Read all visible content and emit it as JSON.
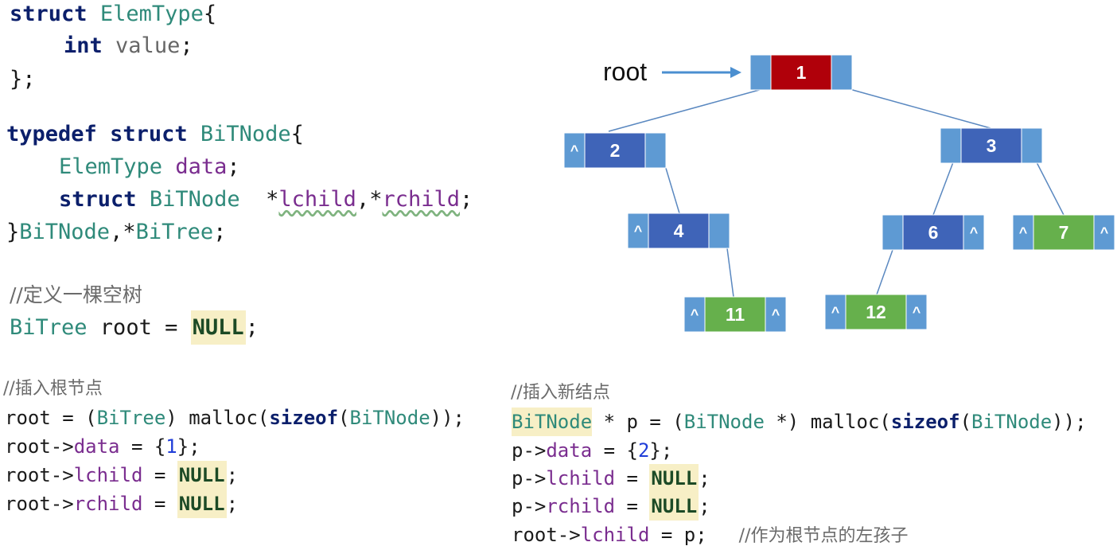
{
  "struct_def": {
    "line1_kw": "struct",
    "line1_type": "ElemType",
    "line1_brace": "{",
    "line2_kw": "int",
    "line2_field": "value",
    "line2_end": ";",
    "line3": "};"
  },
  "typedef_def": {
    "line1_kw": "typedef",
    "line1_kw2": "struct",
    "line1_type": "BiTNode",
    "line1_brace": "{",
    "line2_type": "ElemType",
    "line2_field": "data",
    "line2_end": ";",
    "line3_kw": "struct",
    "line3_type": "BiTNode",
    "line3_ptr1": "*",
    "line3_lchild": "lchild",
    "line3_comma": ",",
    "line3_ptr2": "*",
    "line3_rchild": "rchild",
    "line3_end": ";",
    "line4_brace": "}",
    "line4_type": "BiTNode",
    "line4_comma": ",",
    "line4_ptr": "*",
    "line4_type2": "BiTree",
    "line4_end": ";"
  },
  "empty_tree": {
    "comment": "//定义一棵空树",
    "type": "BiTree",
    "rest": " root = ",
    "null": "NULL",
    "end": ";"
  },
  "insert_root": {
    "comment": "//插入根节点",
    "line1_a": "root = (",
    "line1_type": "BiTree",
    "line1_b": ") malloc(",
    "line1_kw": "sizeof",
    "line1_c": "(",
    "line1_type2": "BiTNode",
    "line1_d": "));",
    "line2_a": "root->",
    "line2_field": "data",
    "line2_b": " = {",
    "line2_num": "1",
    "line2_c": "};",
    "line3_a": "root->",
    "line3_field": "lchild",
    "line3_b": " = ",
    "line3_null": "NULL",
    "line3_c": ";",
    "line4_a": "root->",
    "line4_field": "rchild",
    "line4_b": " = ",
    "line4_null": "NULL",
    "line4_c": ";"
  },
  "insert_node": {
    "comment": "//插入新结点",
    "line1_type": "BiTNode",
    "line1_a": " * p = (",
    "line1_type2": "BiTNode",
    "line1_b": " *) malloc(",
    "line1_kw": "sizeof",
    "line1_c": "(",
    "line1_type3": "BiTNode",
    "line1_d": "));",
    "line2_a": "p->",
    "line2_field": "data",
    "line2_b": " = {",
    "line2_num": "2",
    "line2_c": "};",
    "line3_a": "p->",
    "line3_field": "lchild",
    "line3_b": " = ",
    "line3_null": "NULL",
    "line3_c": ";",
    "line4_a": "p->",
    "line4_field": "rchild",
    "line4_b": " = ",
    "line4_null": "NULL",
    "line4_c": ";",
    "line5_a": "root->",
    "line5_field": "lchild",
    "line5_b": " = p;",
    "line5_comment": "//作为根节点的左孩子"
  },
  "tree": {
    "root_label": "root",
    "null_symbol": "^",
    "colors": {
      "root": "#b0000a",
      "inner": "#3f64b8",
      "leaf": "#66b04c",
      "cell": "#5e9ad3",
      "edge": "#5a88c0"
    },
    "nodes": [
      {
        "value": "1",
        "kind": "root"
      },
      {
        "value": "2",
        "kind": "inner"
      },
      {
        "value": "3",
        "kind": "inner"
      },
      {
        "value": "4",
        "kind": "inner"
      },
      {
        "value": "6",
        "kind": "inner"
      },
      {
        "value": "7",
        "kind": "leaf"
      },
      {
        "value": "11",
        "kind": "leaf"
      },
      {
        "value": "12",
        "kind": "leaf"
      }
    ]
  }
}
